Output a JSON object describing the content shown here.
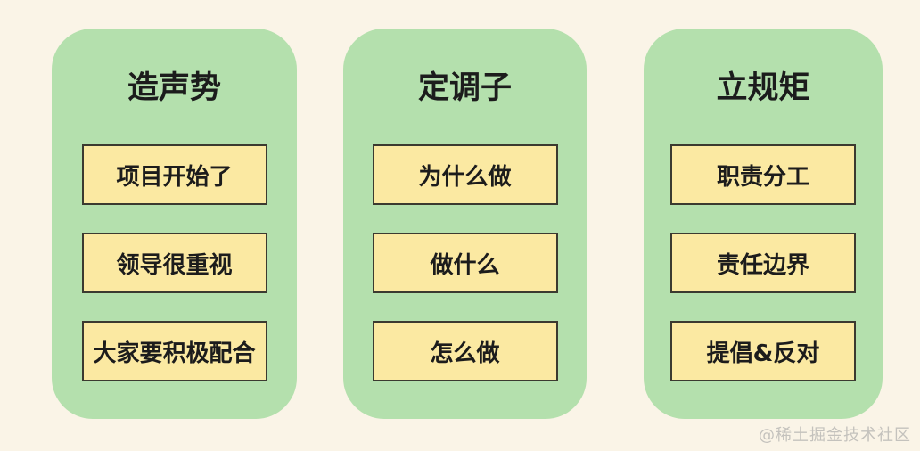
{
  "page": {
    "watermark": "@稀土掘金技术社区"
  },
  "colors": {
    "bg": "#FAF4E7",
    "panel_green": "#B4E0AD",
    "box_yellow": "#FBE9A2",
    "box_border": "#3B3A30",
    "ink": "#1C1C1C",
    "watermark_gray": "#C4C2BD"
  },
  "columns": [
    {
      "title": "造声势",
      "items": [
        "项目开始了",
        "领导很重视",
        "大家要积极配合"
      ]
    },
    {
      "title": "定调子",
      "items": [
        "为什么做",
        "做什么",
        "怎么做"
      ]
    },
    {
      "title": "立规矩",
      "items": [
        "职责分工",
        "责任边界",
        "提倡&反对"
      ]
    }
  ]
}
